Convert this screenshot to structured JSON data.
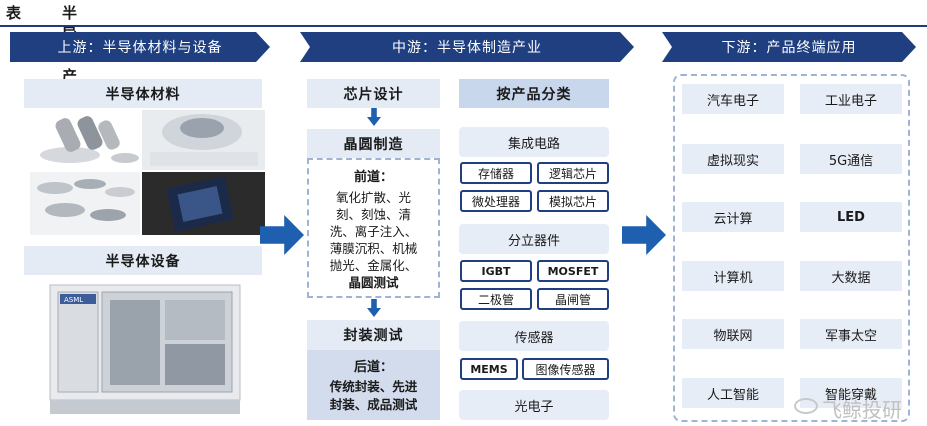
{
  "title": {
    "prefix": "表",
    "text": "半导体产业链示意图"
  },
  "columns": {
    "upstream": {
      "header": "上游：半导体材料与设备",
      "materials_label": "半导体材料",
      "equipment_label": "半导体设备",
      "equipment_brand": "ASML"
    },
    "midstream": {
      "header": "中游：半导体制造产业",
      "flow": {
        "design": "芯片设计",
        "wafer": "晶圆制造",
        "front_title": "前道：",
        "front_lines": [
          "氧化扩散、光",
          "刻、刻蚀、清",
          "洗、离子注入、",
          "薄膜沉积、机械",
          "抛光、金属化、"
        ],
        "front_last": "晶圆测试",
        "packaging": "封装测试",
        "back_title": "后道：",
        "back_lines": [
          "传统封装、先进",
          "封装、成品测试"
        ]
      },
      "by_product": {
        "header": "按产品分类",
        "ic": "集成电路",
        "ic_items": [
          "存储器",
          "逻辑芯片",
          "微处理器",
          "模拟芯片"
        ],
        "discrete": "分立器件",
        "discrete_items": [
          "IGBT",
          "MOSFET",
          "二极管",
          "晶闸管"
        ],
        "sensor": "传感器",
        "sensor_items": [
          "MEMS",
          "图像传感器"
        ],
        "opto": "光电子"
      }
    },
    "downstream": {
      "header": "下游：产品终端应用",
      "apps": [
        "汽车电子",
        "工业电子",
        "虚拟现实",
        "5G通信",
        "云计算",
        "LED",
        "计算机",
        "大数据",
        "物联网",
        "军事太空",
        "人工智能",
        "智能穿戴"
      ]
    }
  },
  "watermark": "飞鲸投研",
  "colors": {
    "header_bg": "#1f3f80",
    "label_bg": "#e4ebf5",
    "arrow": "#1f5fb0",
    "dash": "#9fb3d6"
  }
}
